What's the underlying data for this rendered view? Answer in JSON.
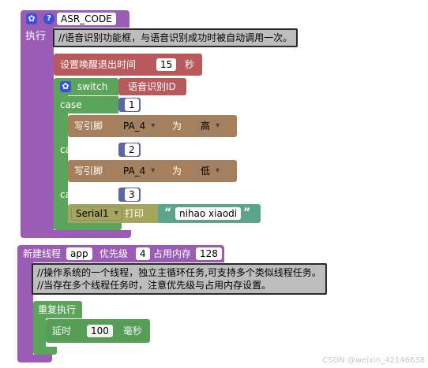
{
  "func_block": {
    "name": "ASR_CODE",
    "exec_label": "执行",
    "comment": "//语音识别功能框，与语音识别成功时被自动调用一次。"
  },
  "timeout_block": {
    "label": "设置唤醒退出时间",
    "value": "15",
    "unit": "秒"
  },
  "switch_block": {
    "label": "switch",
    "subject": "语音识别ID",
    "cases": [
      {
        "label": "case",
        "value": "1",
        "action_label": "写引脚",
        "pin": "PA_4",
        "as_label": "为",
        "level": "高"
      },
      {
        "label": "case",
        "value": "2",
        "action_label": "写引脚",
        "pin": "PA_4",
        "as_label": "为",
        "level": "低"
      },
      {
        "label": "case",
        "value": "3",
        "serial": "Serial1",
        "print_label": "打印",
        "text_open": "“",
        "text": "nihao xiaodi",
        "text_close": "”"
      }
    ]
  },
  "thread_block": {
    "label": "新建线程",
    "name": "app",
    "priority_label": "优先级",
    "priority": "4",
    "memory_label": "占用内存",
    "memory": "128",
    "comment_line1": "//操作系统的一个线程，独立主循环任务,可支持多个类似线程任务。",
    "comment_line2": "//当存在多个线程任务时，注意优先级与占用内存设置。",
    "loop_label": "重复执行",
    "delay_label": "延时",
    "delay_value": "100",
    "delay_unit": "毫秒"
  },
  "watermark": "CSDN @weixin_42146638",
  "colors": {
    "purple": "#9a5cb4",
    "red": "#b8595c",
    "green": "#5ba55b",
    "brown": "#a67f5c",
    "olive": "#a5a55b",
    "teal": "#5ba58c",
    "navy": "#5b67a5",
    "gear_blue": "#3c4fd9"
  }
}
